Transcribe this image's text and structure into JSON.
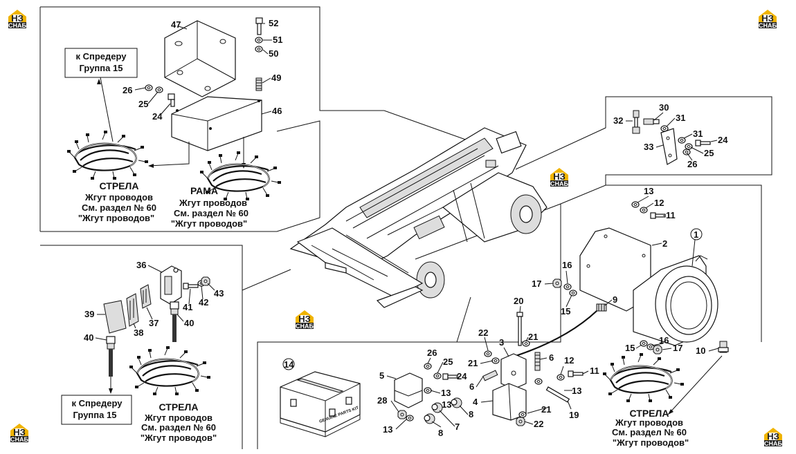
{
  "logo": {
    "top": "НЗ",
    "bottom": "СНАБ"
  },
  "labels": {
    "n1": "1",
    "n2": "2",
    "n3": "3",
    "n4": "4",
    "n5": "5",
    "n6a": "6",
    "n6b": "6",
    "n7": "7",
    "n8a": "8",
    "n8b": "8",
    "n9": "9",
    "n10": "10",
    "n11a": "11",
    "n11b": "11",
    "n12a": "12",
    "n12b": "12",
    "n13a": "13",
    "n13b": "13",
    "n13c": "13",
    "n13d": "13",
    "n13e": "13",
    "n14": "14",
    "n15a": "15",
    "n15b": "15",
    "n16a": "16",
    "n16b": "16",
    "n17a": "17",
    "n17b": "17",
    "n19": "19",
    "n20": "20",
    "n21a": "21",
    "n21b": "21",
    "n21c": "21",
    "n22a": "22",
    "n22b": "22",
    "n24a": "24",
    "n24b": "24",
    "n24c": "24",
    "n25a": "25",
    "n25b": "25",
    "n25c": "25",
    "n26a": "26",
    "n26b": "26",
    "n26c": "26",
    "n28": "28",
    "n30": "30",
    "n31a": "31",
    "n31b": "31",
    "n32": "32",
    "n33": "33",
    "n36": "36",
    "n37": "37",
    "n38": "38",
    "n39": "39",
    "n40a": "40",
    "n40b": "40",
    "n41": "41",
    "n42": "42",
    "n43": "43",
    "n46": "46",
    "n47": "47",
    "n49": "49",
    "n50": "50",
    "n51": "51",
    "n52": "52"
  },
  "boxes": {
    "front_top": {
      "line1": "к Спредеру",
      "line2": "Группа 15"
    },
    "front_bottom": {
      "line1": "к Спредеру",
      "line2": "Группа 15"
    }
  },
  "harnesses": {
    "strela_top": {
      "title": "СТРЕЛА",
      "l1": "Жгут проводов",
      "l2": "См. раздел № 60",
      "l3": "\"Жгут проводов\""
    },
    "rama": {
      "title": "РАМА",
      "l1": "Жгут проводов",
      "l2": "См. раздел № 60",
      "l3": "\"Жгут проводов\""
    },
    "strela_left": {
      "title": "СТРЕЛА",
      "l1": "Жгут проводов",
      "l2": "См. раздел № 60",
      "l3": "\"Жгут проводов\""
    },
    "strela_right": {
      "title": "СТРЕЛА",
      "l1": "Жгут проводов",
      "l2": "См. раздел № 60",
      "l3": "\"Жгут проводов\""
    }
  },
  "kit_label": "GENUINE PARTS KIT"
}
